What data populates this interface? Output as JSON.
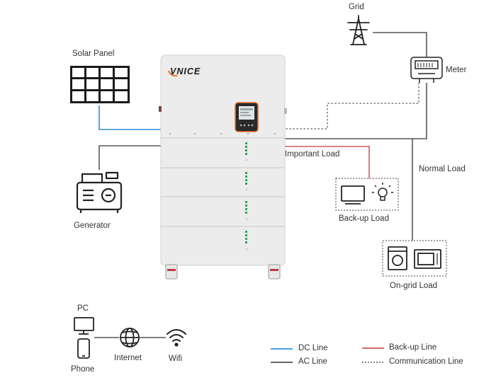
{
  "brand": "VNICE",
  "labels": {
    "grid": "Grid",
    "meter": "Meter",
    "solar_panel": "Solar Panel",
    "important_load": "Important Load",
    "normal_load": "Normal Load",
    "backup_load": "Back-up Load",
    "ongrid_load": "On-grid Load",
    "generator": "Generator",
    "pc": "PC",
    "phone": "Phone",
    "internet": "Internet",
    "wifi": "Wifi"
  },
  "legend": {
    "dc_line": "DC Line",
    "ac_line": "AC Line",
    "backup_line": "Back-up Line",
    "communication_line": "Communication Line"
  },
  "colors": {
    "dc": "#2f8fd6",
    "ac": "#333333",
    "backup": "#c0383f",
    "screen_accent": "#e8732a"
  }
}
